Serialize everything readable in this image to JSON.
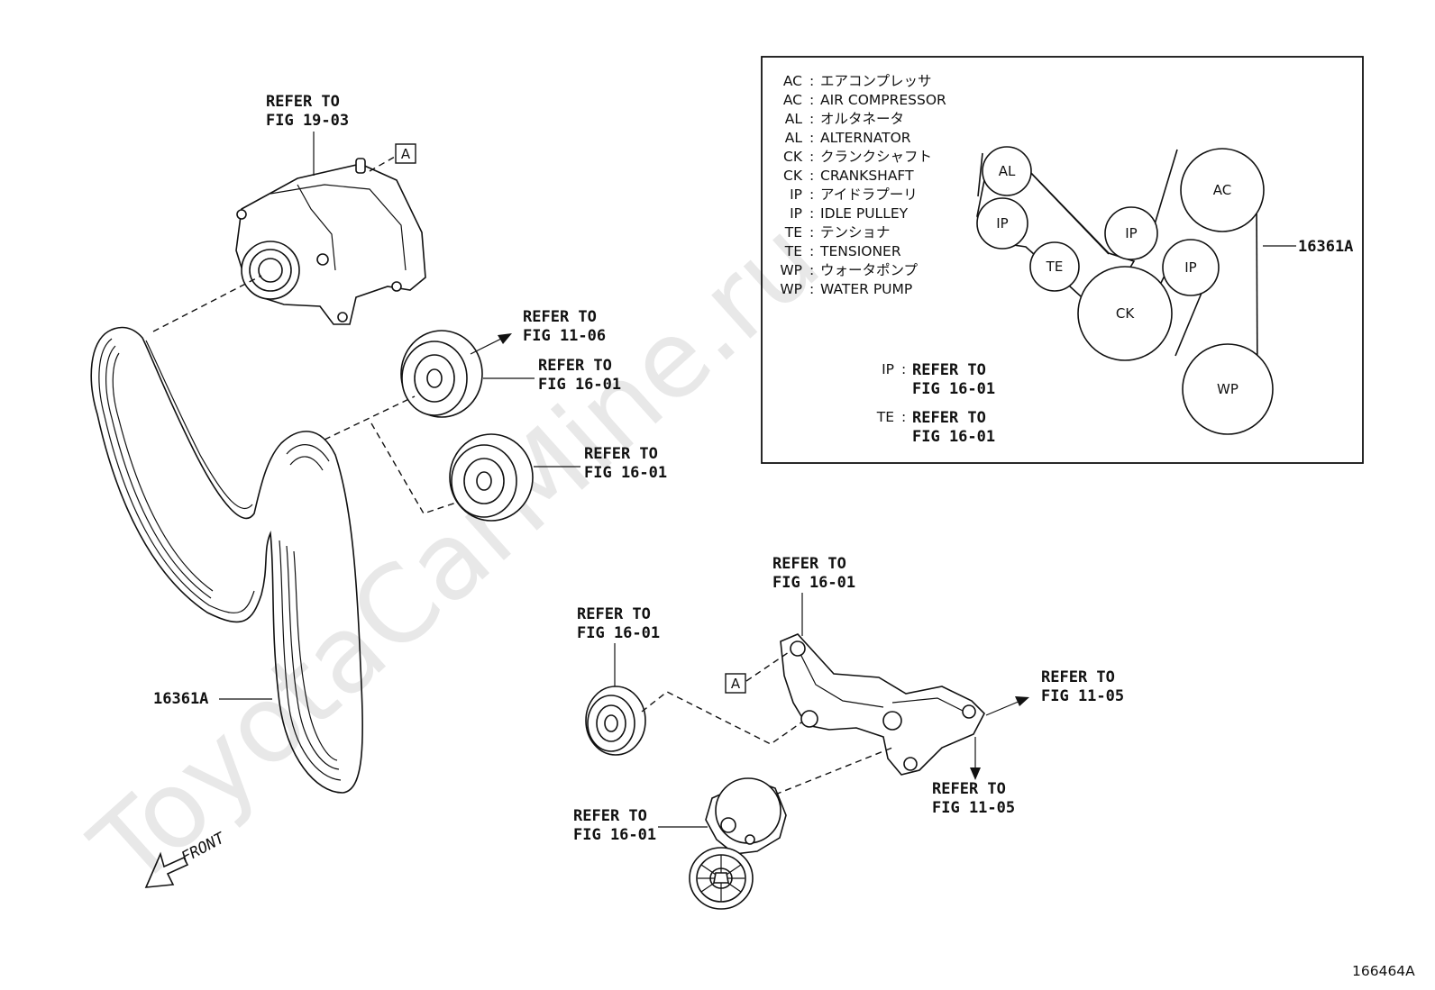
{
  "watermark": "ToyotaCarMine.ru",
  "diagram_id": "166464A",
  "front_label": "FRONT",
  "ref_marker": "A",
  "callouts": {
    "alternator_ref": [
      "REFER TO",
      "FIG 19-03"
    ],
    "idler_upper_ref_a": [
      "REFER TO",
      "FIG 11-06"
    ],
    "idler_upper_ref_b": [
      "REFER TO",
      "FIG 16-01"
    ],
    "idler_middle_ref": [
      "REFER TO",
      "FIG 16-01"
    ],
    "bracket_ref_top": [
      "REFER TO",
      "FIG 16-01"
    ],
    "small_pulley_ref": [
      "REFER TO",
      "FIG 16-01"
    ],
    "bracket_ref_right": [
      "REFER TO",
      "FIG 11-05"
    ],
    "bracket_ref_bottom": [
      "REFER TO",
      "FIG 11-05"
    ],
    "tensioner_ref": [
      "REFER TO",
      "FIG 16-01"
    ],
    "belt_part_left": "16361A",
    "belt_part_inset": "16361A"
  },
  "legend": [
    {
      "code": "AC",
      "text": "エアコンプレッサ"
    },
    {
      "code": "AC",
      "text": "AIR COMPRESSOR"
    },
    {
      "code": "AL",
      "text": "オルタネータ"
    },
    {
      "code": "AL",
      "text": "ALTERNATOR"
    },
    {
      "code": "CK",
      "text": "クランクシャフト"
    },
    {
      "code": "CK",
      "text": "CRANKSHAFT"
    },
    {
      "code": "IP",
      "text": "アイドラプーリ"
    },
    {
      "code": "IP",
      "text": "IDLE PULLEY"
    },
    {
      "code": "TE",
      "text": "テンショナ"
    },
    {
      "code": "TE",
      "text": "TENSIONER"
    },
    {
      "code": "WP",
      "text": "ウォータポンプ"
    },
    {
      "code": "WP",
      "text": "WATER PUMP"
    }
  ],
  "inset_refs": [
    {
      "code": "IP",
      "lines": [
        "REFER TO",
        "FIG 16-01"
      ]
    },
    {
      "code": "TE",
      "lines": [
        "REFER TO",
        "FIG 16-01"
      ]
    }
  ],
  "pulleys": {
    "al": "AL",
    "ip1": "IP",
    "ip2": "IP",
    "ip3": "IP",
    "te": "TE",
    "ck": "CK",
    "ac": "AC",
    "wp": "WP"
  }
}
